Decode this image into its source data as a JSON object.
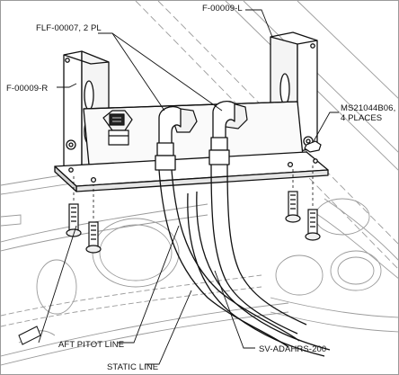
{
  "callouts": {
    "fitting": "FLF-00007, 2 PL",
    "bracket_left": "F-00009-L",
    "bracket_right": "F-00009-R",
    "hardware_line1": "MS21044B06,",
    "hardware_line2": "4 PLACES",
    "aft_pitot_line": "AFT PITOT LINE",
    "static_line": "STATIC LINE",
    "sv_adahrs": "SV-ADAHRS-200"
  },
  "colors": {
    "ink": "#111111",
    "ghost": "#9a9a9a",
    "background": "#ffffff"
  }
}
